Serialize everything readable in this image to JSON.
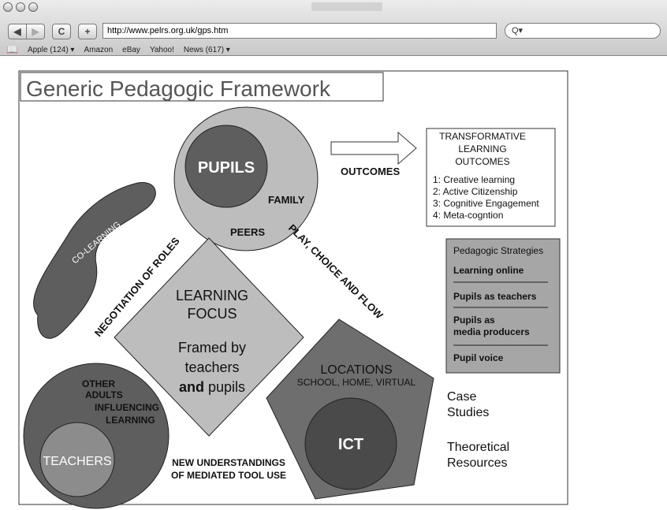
{
  "browser": {
    "url": "http://www.pelrs.org.uk/gps.htm",
    "back_symbol": "◀",
    "forward_symbol": "▶",
    "reload_symbol": "C",
    "add_symbol": "+",
    "search_icon_text": "Q▾",
    "bookmarks": [
      "Apple (124) ▾",
      "Amazon",
      "eBay",
      "Yahoo!",
      "News (617) ▾"
    ]
  },
  "diagram": {
    "title": "Generic Pedagogic Framework",
    "pupils": "PUPILS",
    "family": "FAMILY",
    "peers": "PEERS",
    "outcomes_label": "OUTCOMES",
    "transformative": [
      "TRANSFORMATIVE",
      "LEARNING",
      "OUTCOMES"
    ],
    "outcome_items": [
      "1:  Creative learning",
      "2:  Active Citizenship",
      "3:  Cognitive Engagement",
      "4:  Meta-cogntion"
    ],
    "co_learning": "CO-LEARNING",
    "negotiation": "NEGOTIATION OF ROLES",
    "play": "PLAY, CHOICE AND FLOW",
    "focus_title": [
      "LEARNING",
      "FOCUS"
    ],
    "framed": [
      "Framed by",
      "teachers"
    ],
    "and_word": "and",
    "pupils_word": " pupils",
    "strategies_title": "Pedagogic Strategies",
    "strategies": [
      "Learning online",
      "Pupils as teachers",
      "Pupils as",
      "media producers",
      "Pupil voice"
    ],
    "other_adults": [
      "OTHER",
      "ADULTS",
      "INFLUENCING",
      "LEARNING"
    ],
    "teachers": "TEACHERS",
    "new_understandings": [
      "NEW UNDERSTANDINGS",
      "OF MEDIATED TOOL USE"
    ],
    "locations": "LOCATIONS",
    "locations_sub": "SCHOOL, HOME, VIRTUAL",
    "ict": "ICT",
    "case_studies": [
      "Case",
      "Studies"
    ],
    "theoretical": [
      "Theoretical",
      "Resources"
    ]
  },
  "colors": {
    "light_gray": "#bdbdbd",
    "mid_gray": "#8c8c8c",
    "dark_gray": "#5e5e5e",
    "darker_gray": "#4a4a4a"
  }
}
